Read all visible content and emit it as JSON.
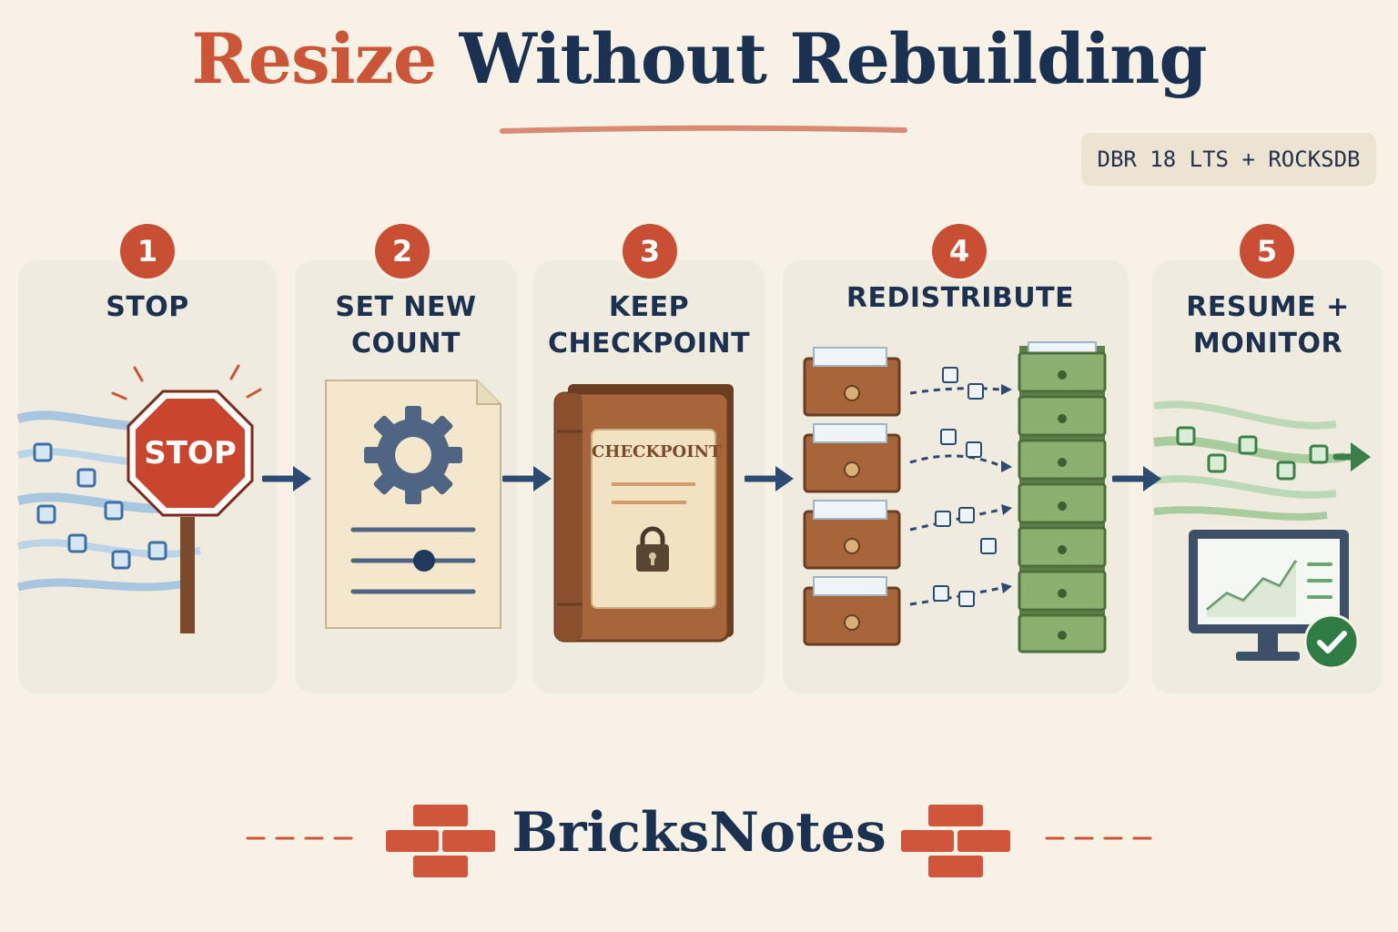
{
  "title": {
    "word1": "Resize",
    "word2": "Without Rebuilding"
  },
  "tag": "DBR 18 LTS + ROCKSDB",
  "steps": [
    {
      "number": "1",
      "label": "STOP",
      "sign_text": "STOP"
    },
    {
      "number": "2",
      "label": "SET NEW\nCOUNT"
    },
    {
      "number": "3",
      "label": "KEEP\nCHECKPOINT",
      "book_text": "CHECKPOINT"
    },
    {
      "number": "4",
      "label": "REDISTRIBUTE"
    },
    {
      "number": "5",
      "label": "RESUME +\nMONITOR"
    }
  ],
  "brand": "BricksNotes",
  "colors": {
    "accent_red": "#cc5537",
    "navy": "#1b3152",
    "stream_blue": "#7fa8cf",
    "wood_brown": "#a8653a",
    "drawer_green": "#6f9a5c",
    "monitor_green": "#3b7f4a",
    "background": "#f8f2e6"
  },
  "icons": [
    "stop-sign-icon",
    "gear-icon",
    "slider-icon",
    "book-icon",
    "lock-icon",
    "drawer-icon",
    "monitor-icon",
    "check-icon",
    "brick-icon",
    "arrow-right-icon"
  ]
}
